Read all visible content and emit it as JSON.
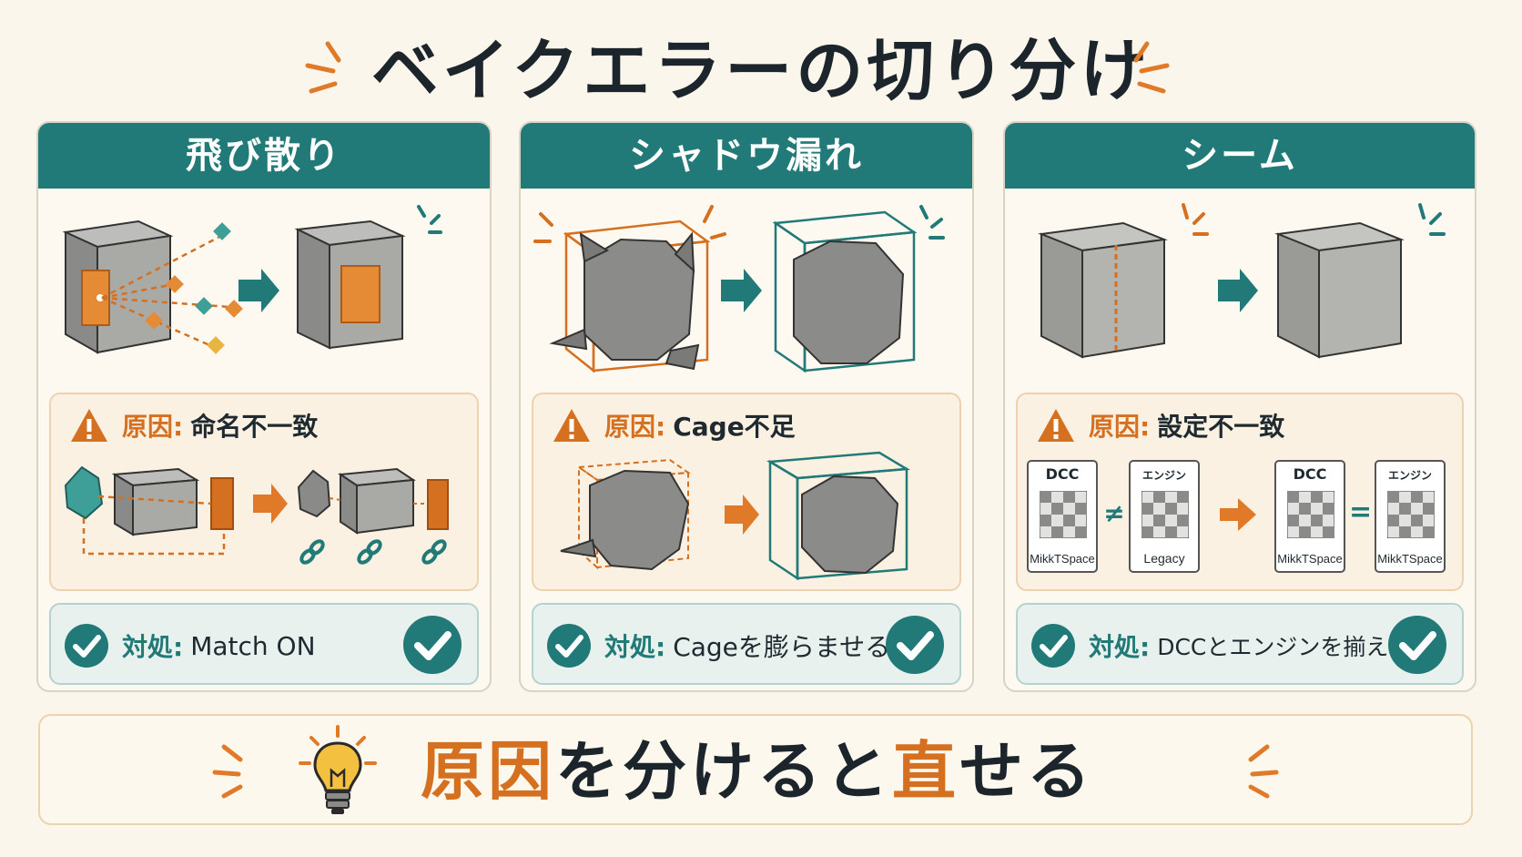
{
  "title": "ベイクエラーの切り分け",
  "panels": [
    {
      "header": "飛び散り",
      "cause_label": "原因:",
      "cause_text": "命名不一致",
      "fix_label": "対処:",
      "fix_text": "Match ON"
    },
    {
      "header": "シャドウ漏れ",
      "cause_label": "原因:",
      "cause_text": "Cage不足",
      "fix_label": "対処:",
      "fix_text": "Cageを膨らませる"
    },
    {
      "header": "シーム",
      "cause_label": "原因:",
      "cause_text": "設定不一致",
      "fix_label": "対処:",
      "fix_text": "DCCとエンジンを揃える",
      "docs": [
        {
          "top": "DCC",
          "bottom": "MikkTSpace"
        },
        {
          "top": "エンジン",
          "bottom": "Legacy"
        },
        {
          "top": "DCC",
          "bottom": "MikkTSpace"
        },
        {
          "top": "エンジン",
          "bottom": "MikkTSpace"
        }
      ],
      "neq": "≠",
      "eq": "="
    }
  ],
  "bottom": {
    "part1": "原因",
    "part2": "を分けると",
    "part3": "直",
    "part4": "せる"
  },
  "colors": {
    "teal": "#217a78",
    "orange": "#d4701f",
    "background": "#fbf6ec"
  }
}
